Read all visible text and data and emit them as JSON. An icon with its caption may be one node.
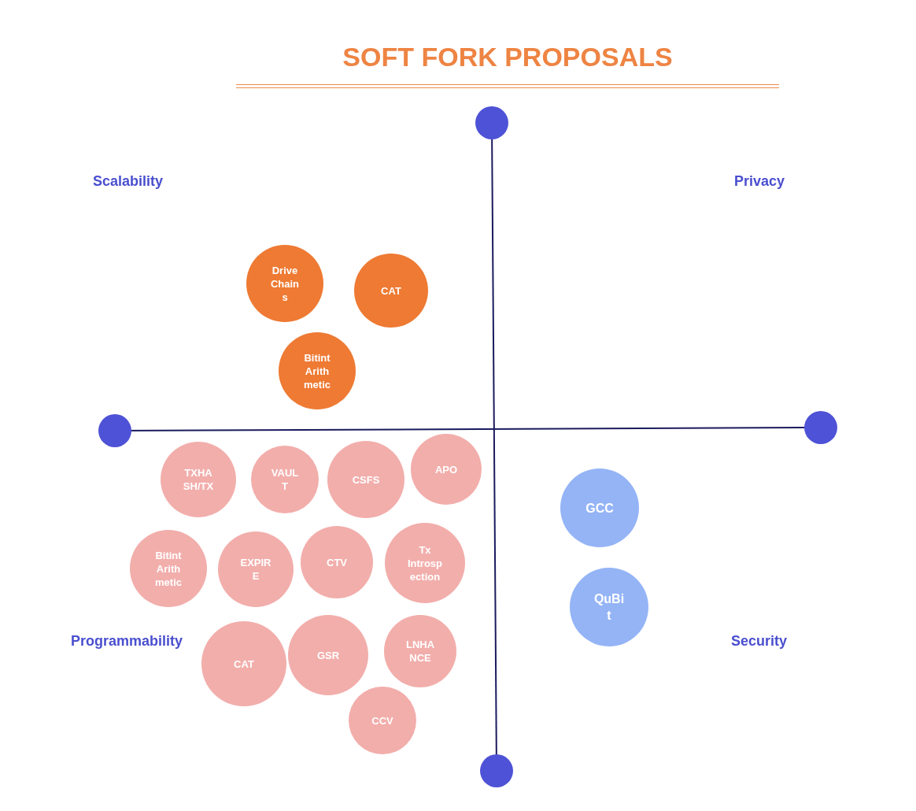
{
  "diagram": {
    "title": "SOFT FORK PROPOSALS",
    "nodes": [
      {
        "text": [
          "Drive Chains"
        ]
      },
      {
        "text": [
          "CAT"
        ]
      },
      {
        "text": [
          "Bitint Arithmetic"
        ]
      },
      {
        "text": [
          "TXHASH/TX"
        ]
      },
      {
        "text": [
          "VAULT"
        ]
      },
      {
        "text": [
          "CSFS"
        ]
      },
      {
        "text": [
          "APO"
        ]
      },
      {
        "text": [
          "Bitint Arithmetic"
        ]
      },
      {
        "text": [
          "EXPIRE"
        ]
      },
      {
        "text": [
          "CTV"
        ]
      },
      {
        "text": [
          "Tx Introspection"
        ]
      },
      {
        "text": [
          "CAT"
        ]
      },
      {
        "text": [
          "GSR"
        ]
      },
      {
        "text": [
          "LNHANCE"
        ]
      },
      {
        "text": [
          "CCV"
        ]
      },
      {
        "text": [
          "GCC"
        ]
      },
      {
        "text": [
          "QuBit"
        ]
      }
    ],
    "labels": [
      "Scalability",
      "Privacy",
      "Programmability",
      "Security"
    ]
  }
}
